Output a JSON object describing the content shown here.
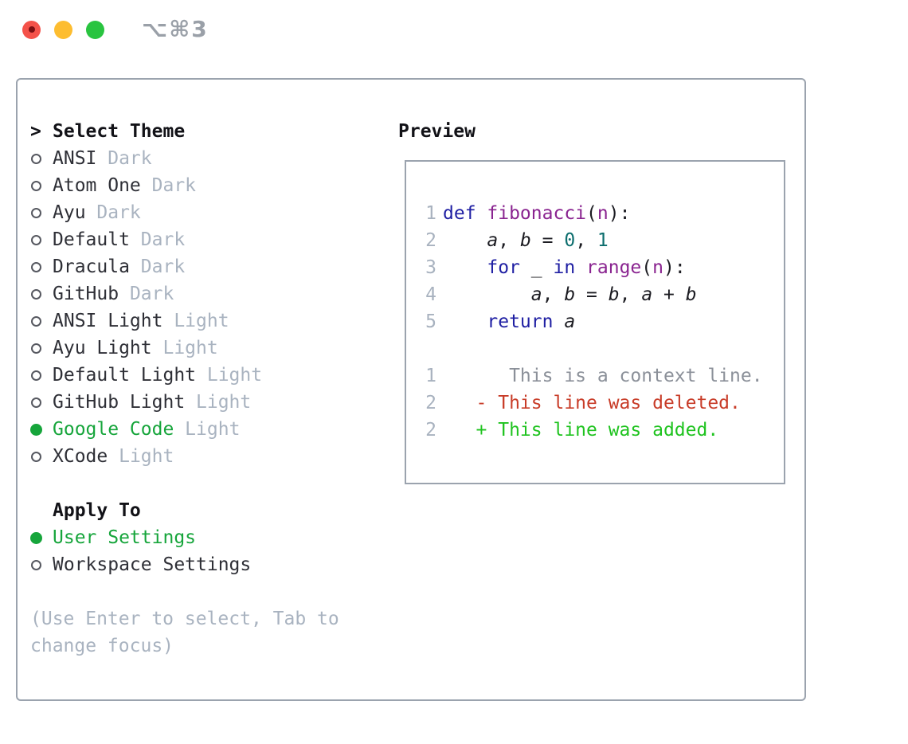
{
  "window": {
    "title": "⌥⌘3",
    "traffic_lights": [
      {
        "name": "close",
        "color": "#f4524a"
      },
      {
        "name": "minimize",
        "color": "#fdbd30"
      },
      {
        "name": "zoom",
        "color": "#29c440"
      }
    ]
  },
  "colors": {
    "accent": "#16a53b",
    "added": "#1fc31f",
    "deleted": "#c83c28",
    "kwd": "#1f1fa3",
    "typ": "#8a2490",
    "lit": "#0d6e6e",
    "pln": "#1c1c22",
    "muted": "#a9b3c0",
    "ctx": "#8b9099",
    "lnum": "#a8b2bf",
    "text": "#2e2f36",
    "heading": "#121217",
    "border": "#9ba3ae",
    "titlegray": "#9aa0a8"
  },
  "panel": {
    "select_header": {
      "prefix": ">",
      "label": "Select Theme"
    },
    "themes": [
      {
        "name": "ANSI",
        "variant": "Dark",
        "selected": false
      },
      {
        "name": "Atom One",
        "variant": "Dark",
        "selected": false
      },
      {
        "name": "Ayu",
        "variant": "Dark",
        "selected": false
      },
      {
        "name": "Default",
        "variant": "Dark",
        "selected": false
      },
      {
        "name": "Dracula",
        "variant": "Dark",
        "selected": false
      },
      {
        "name": "GitHub",
        "variant": "Dark",
        "selected": false
      },
      {
        "name": "ANSI Light",
        "variant": "Light",
        "selected": false
      },
      {
        "name": "Ayu Light",
        "variant": "Light",
        "selected": false
      },
      {
        "name": "Default Light",
        "variant": "Light",
        "selected": false
      },
      {
        "name": "GitHub Light",
        "variant": "Light",
        "selected": false
      },
      {
        "name": "Google Code",
        "variant": "Light",
        "selected": true
      },
      {
        "name": "XCode",
        "variant": "Light",
        "selected": false
      }
    ],
    "apply_to": {
      "label": "Apply To",
      "options": [
        {
          "name": "User Settings",
          "selected": true
        },
        {
          "name": "Workspace Settings",
          "selected": false
        }
      ]
    },
    "hint_lines": [
      "(Use Enter to select, Tab to",
      "change focus)"
    ]
  },
  "preview": {
    "label": "Preview",
    "code_lines": [
      {
        "num": "1",
        "tokens": [
          {
            "t": "def ",
            "c": "kwd"
          },
          {
            "t": "fibonacci",
            "c": "typ"
          },
          {
            "t": "(",
            "c": "pln"
          },
          {
            "t": "n",
            "c": "typ"
          },
          {
            "t": "):",
            "c": "pln"
          }
        ]
      },
      {
        "num": "2",
        "tokens": [
          {
            "t": "    ",
            "c": "pln"
          },
          {
            "t": "a",
            "c": "var"
          },
          {
            "t": ", ",
            "c": "pln"
          },
          {
            "t": "b",
            "c": "var"
          },
          {
            "t": " = ",
            "c": "pln"
          },
          {
            "t": "0",
            "c": "lit"
          },
          {
            "t": ", ",
            "c": "pln"
          },
          {
            "t": "1",
            "c": "lit"
          }
        ]
      },
      {
        "num": "3",
        "tokens": [
          {
            "t": "    ",
            "c": "pln"
          },
          {
            "t": "for",
            "c": "kwd"
          },
          {
            "t": " _ ",
            "c": "pln"
          },
          {
            "t": "in",
            "c": "kwd"
          },
          {
            "t": " ",
            "c": "pln"
          },
          {
            "t": "range",
            "c": "typ"
          },
          {
            "t": "(",
            "c": "pln"
          },
          {
            "t": "n",
            "c": "typ"
          },
          {
            "t": "):",
            "c": "pln"
          }
        ]
      },
      {
        "num": "4",
        "tokens": [
          {
            "t": "        ",
            "c": "pln"
          },
          {
            "t": "a",
            "c": "var"
          },
          {
            "t": ", ",
            "c": "pln"
          },
          {
            "t": "b",
            "c": "var"
          },
          {
            "t": " = ",
            "c": "pln"
          },
          {
            "t": "b",
            "c": "var"
          },
          {
            "t": ", ",
            "c": "pln"
          },
          {
            "t": "a",
            "c": "var"
          },
          {
            "t": " + ",
            "c": "pln"
          },
          {
            "t": "b",
            "c": "var"
          }
        ]
      },
      {
        "num": "5",
        "tokens": [
          {
            "t": "    ",
            "c": "pln"
          },
          {
            "t": "return",
            "c": "kwd"
          },
          {
            "t": " ",
            "c": "pln"
          },
          {
            "t": "a",
            "c": "var"
          }
        ]
      },
      {
        "num": "",
        "tokens": []
      },
      {
        "num": "1",
        "tokens": [
          {
            "t": "      This is a context line.",
            "c": "ctx"
          }
        ]
      },
      {
        "num": "2",
        "tokens": [
          {
            "t": "   - This line was deleted.",
            "c": "del"
          }
        ]
      },
      {
        "num": "2",
        "tokens": [
          {
            "t": "   + This line was added.",
            "c": "add"
          }
        ]
      }
    ]
  }
}
